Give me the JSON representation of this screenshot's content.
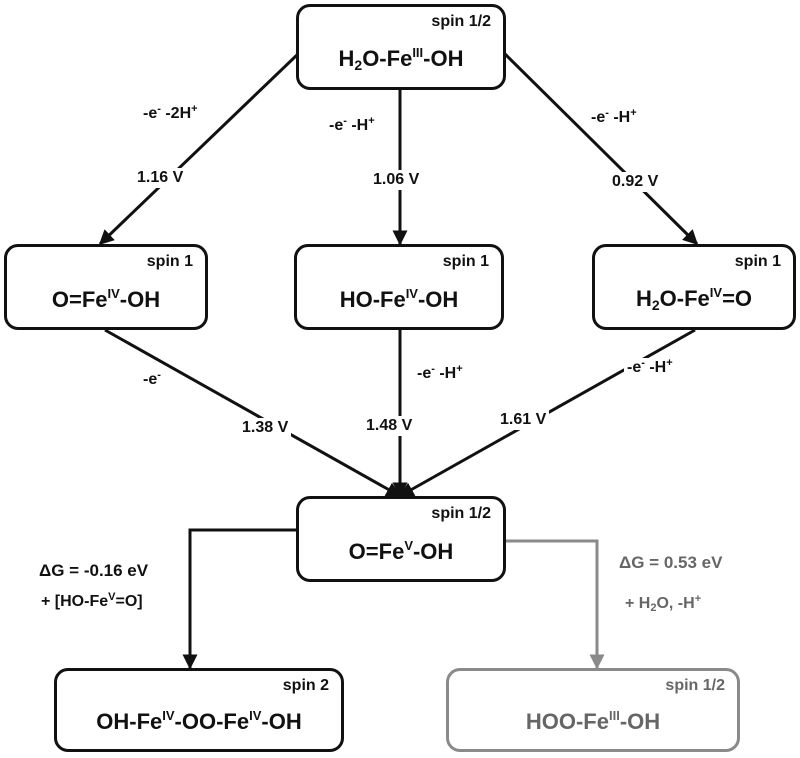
{
  "nodes": {
    "top": {
      "spin": "spin 1/2",
      "parts": [
        "H",
        "2",
        "O-Fe",
        "III",
        "-OH"
      ]
    },
    "left": {
      "spin": "spin 1",
      "parts": [
        "O=Fe",
        "IV",
        "-OH"
      ]
    },
    "mid": {
      "spin": "spin 1",
      "parts": [
        "HO-Fe",
        "IV",
        "-OH"
      ]
    },
    "right": {
      "spin": "spin 1",
      "parts": [
        "H",
        "2",
        "O-Fe",
        "IV",
        "=O"
      ]
    },
    "center": {
      "spin": "spin 1/2",
      "parts": [
        "O=Fe",
        "V",
        "-OH"
      ]
    },
    "bottomLeft": {
      "spin": "spin 2",
      "parts": [
        "OH-Fe",
        "IV",
        "-OO-Fe",
        "IV",
        "-OH"
      ]
    },
    "bottomRight": {
      "spin": "spin 1/2",
      "parts": [
        "HOO-Fe",
        "III",
        "-OH"
      ]
    }
  },
  "steps": {
    "top_left": {
      "reagent": [
        "-e",
        "-",
        " -2H",
        "+"
      ],
      "potential": "1.16 V"
    },
    "top_mid": {
      "reagent": [
        "-e",
        "-",
        " -H",
        "+"
      ],
      "potential": "1.06 V"
    },
    "top_right": {
      "reagent": [
        "-e",
        "-",
        " -H",
        "+"
      ],
      "potential": "0.92 V"
    },
    "left_center": {
      "reagent": [
        "-e",
        "-"
      ],
      "potential": "1.38 V"
    },
    "mid_center": {
      "reagent": [
        "-e",
        "-",
        " -H",
        "+"
      ],
      "potential": "1.48 V"
    },
    "right_center": {
      "reagent": [
        "-e",
        "-",
        " -H",
        "+"
      ],
      "potential": "1.61 V"
    }
  },
  "branches": {
    "left": {
      "dg": "-0.16 eV",
      "cond": [
        "+ [HO-Fe",
        "V",
        "=O]"
      ]
    },
    "right": {
      "dg": "0.53 eV",
      "cond": [
        "+ H",
        "2",
        "O, -H",
        "+"
      ]
    }
  },
  "symbols": {
    "delta": "Δ",
    "dg_prefix": "G = "
  },
  "colors": {
    "main": "#111111",
    "grey": "#8a8a8a",
    "grey_text": "#666666"
  }
}
